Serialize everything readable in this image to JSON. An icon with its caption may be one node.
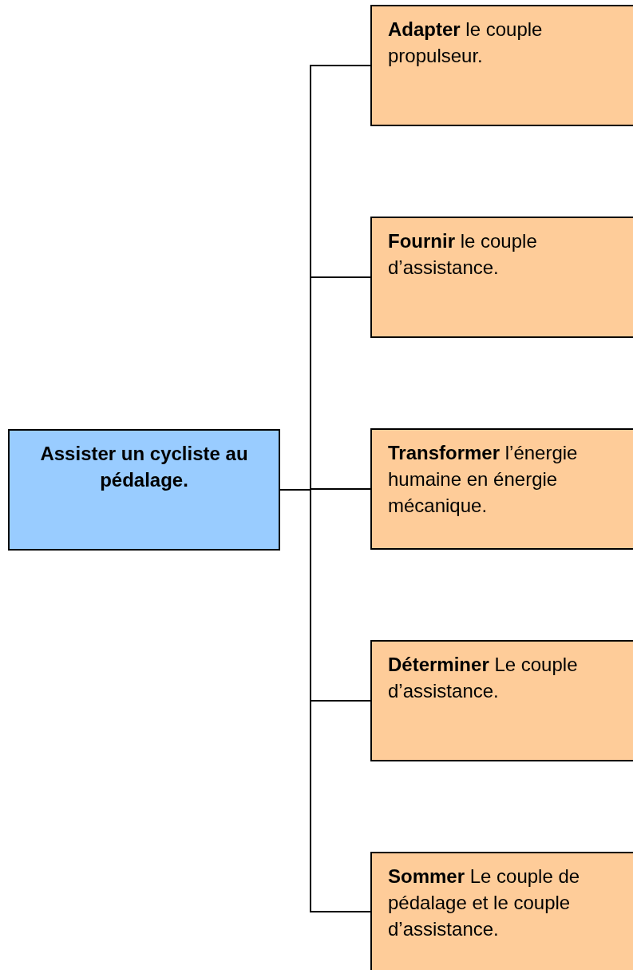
{
  "diagram": {
    "nodes": [
      {
        "text": [
          "Assister un cycliste au pédalage."
        ]
      },
      {
        "text": [
          "**Adapter** le couple propulseur."
        ]
      },
      {
        "text": [
          "**Fournir** le couple d’assistance."
        ]
      },
      {
        "text": [
          "**Transformer** l’énergie humaine en énergie mécanique."
        ]
      },
      {
        "text": [
          "**Déterminer** Le couple d’assistance."
        ]
      },
      {
        "text": [
          "**Sommer** Le couple de pédalage et le couple d’assistance."
        ]
      }
    ],
    "edges": [
      {
        "from": 0,
        "to": 1,
        "arrow": "none"
      },
      {
        "from": 0,
        "to": 2,
        "arrow": "none"
      },
      {
        "from": 0,
        "to": 3,
        "arrow": "none"
      },
      {
        "from": 0,
        "to": 4,
        "arrow": "none"
      },
      {
        "from": 0,
        "to": 5,
        "arrow": "none"
      }
    ]
  }
}
